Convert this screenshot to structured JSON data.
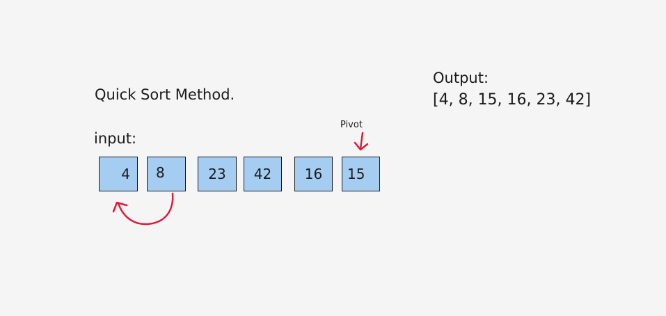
{
  "diagram": {
    "title": "Quick Sort Method.",
    "input_label": "input:",
    "output_label": "Output:",
    "output_value": "[4, 8, 15, 16, 23, 42]",
    "pivot_label": "Pivot",
    "input_values": [
      "4",
      "8",
      "23",
      "42",
      "16",
      "15"
    ]
  },
  "colors": {
    "box_fill": "#a5cdf2",
    "arrow": "#dd1a3c",
    "text": "#1a1a1a",
    "background": "#f5f5f5"
  }
}
